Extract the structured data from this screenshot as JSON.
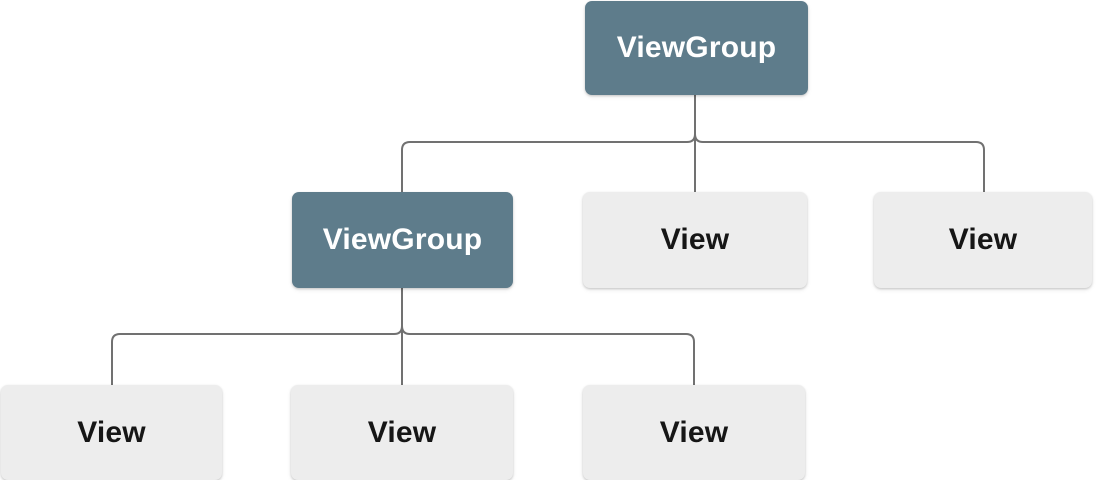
{
  "diagram": {
    "type": "tree",
    "description": "View hierarchy tree",
    "colors": {
      "background": "#ffffff",
      "viewgroup_bg": "#5e7c8b",
      "viewgroup_text": "#ffffff",
      "view_bg": "#ededed",
      "view_text": "#161616",
      "edge": "#717171"
    },
    "nodes": [
      {
        "id": "root",
        "label": "ViewGroup",
        "kind": "viewgroup",
        "level": 0
      },
      {
        "id": "vg-child",
        "label": "ViewGroup",
        "kind": "viewgroup",
        "level": 1
      },
      {
        "id": "view-mid",
        "label": "View",
        "kind": "view",
        "level": 1
      },
      {
        "id": "view-right",
        "label": "View",
        "kind": "view",
        "level": 1
      },
      {
        "id": "view-bl",
        "label": "View",
        "kind": "view",
        "level": 2
      },
      {
        "id": "view-bm",
        "label": "View",
        "kind": "view",
        "level": 2
      },
      {
        "id": "view-br",
        "label": "View",
        "kind": "view",
        "level": 2
      }
    ],
    "edges": [
      {
        "from": "root",
        "to": "vg-child"
      },
      {
        "from": "root",
        "to": "view-mid"
      },
      {
        "from": "root",
        "to": "view-right"
      },
      {
        "from": "vg-child",
        "to": "view-bl"
      },
      {
        "from": "vg-child",
        "to": "view-bm"
      },
      {
        "from": "vg-child",
        "to": "view-br"
      }
    ]
  }
}
